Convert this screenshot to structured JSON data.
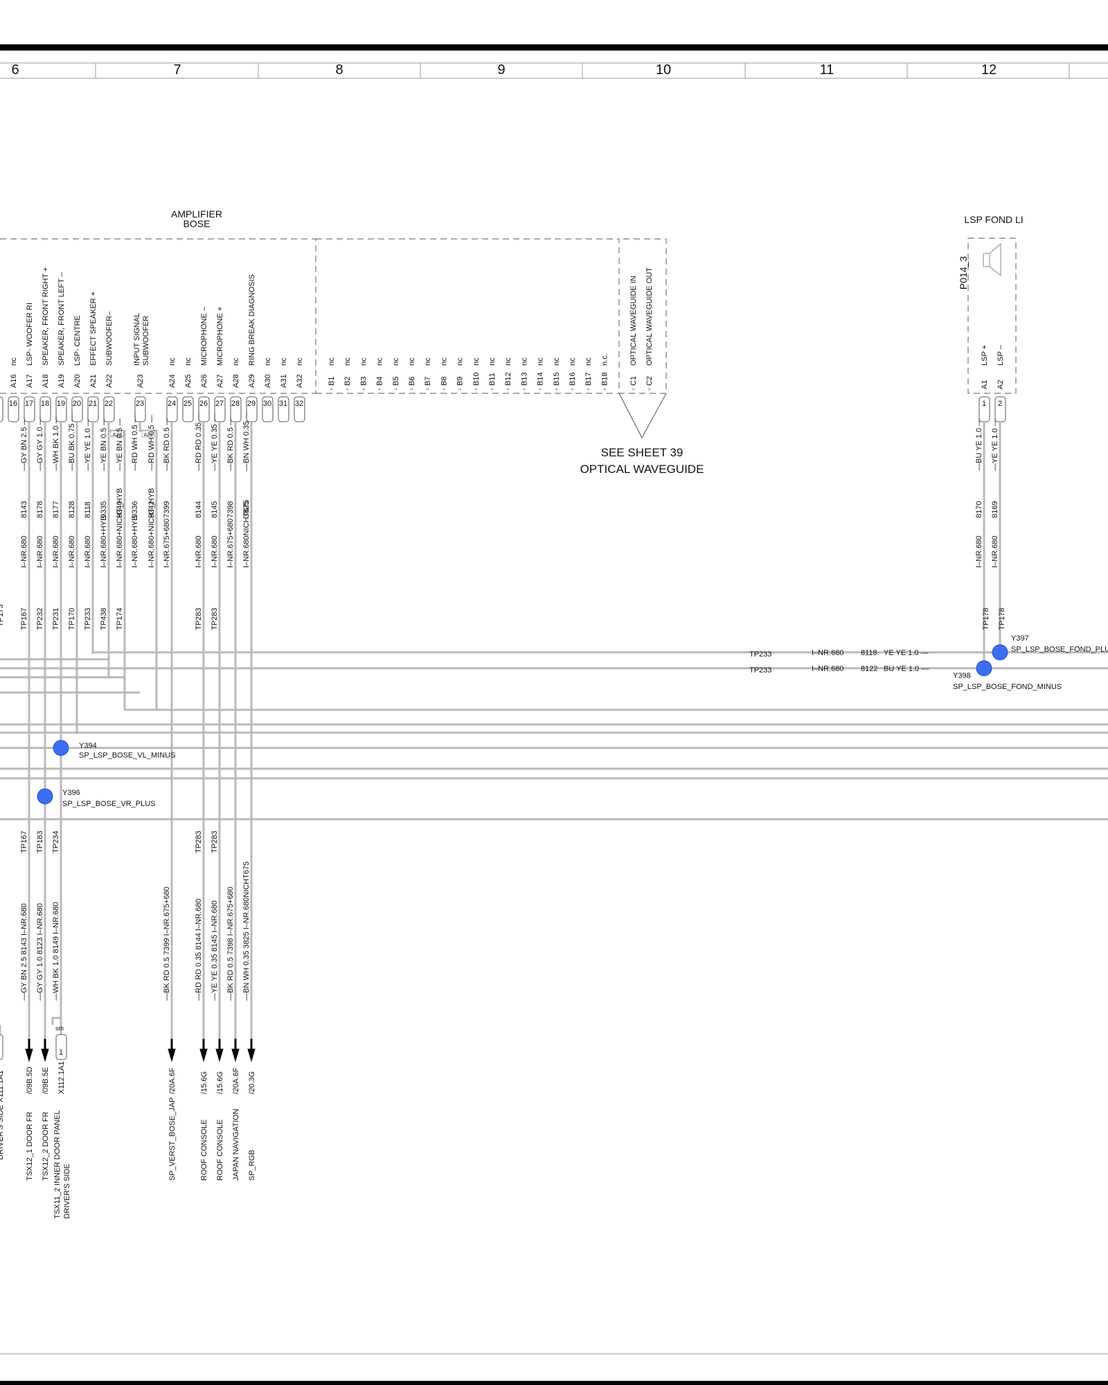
{
  "frame": {
    "column_numbers": [
      "6",
      "7",
      "8",
      "9",
      "10",
      "11",
      "12"
    ]
  },
  "amplifier": {
    "title_line1": "AMPLIFIER",
    "title_line2": "BOSE",
    "pin_functions": [
      {
        "pin": "A16",
        "func": "nc"
      },
      {
        "pin": "A17",
        "func": "LSP- WOOFER RI"
      },
      {
        "pin": "A18",
        "func": "SPEAKER, FRONT RIGHT +"
      },
      {
        "pin": "A19",
        "func": "SPEAKER, FRONT LEFT –"
      },
      {
        "pin": "A20",
        "func": "LSP- CENTRE"
      },
      {
        "pin": "A21",
        "func": "EFFECT SPEAKER +"
      },
      {
        "pin": "A22",
        "func": "SUBWOOFER–"
      },
      {
        "pin": "A23",
        "func": "INPUT SIGNAL SUBWOOFER"
      },
      {
        "pin": "A24",
        "func": "nc"
      },
      {
        "pin": "A25",
        "func": "nc"
      },
      {
        "pin": "A26",
        "func": "MICROPHONE –"
      },
      {
        "pin": "A27",
        "func": "MICROPHONE +"
      },
      {
        "pin": "A28",
        "func": "nc"
      },
      {
        "pin": "A29",
        "func": "RING BREAK DIAGNOSIS"
      },
      {
        "pin": "A30",
        "func": "nc"
      },
      {
        "pin": "A31",
        "func": "nc"
      },
      {
        "pin": "A32",
        "func": "nc"
      }
    ],
    "pin_numbers": [
      "16",
      "17",
      "18",
      "19",
      "20",
      "21",
      "22",
      "23",
      "24",
      "25",
      "26",
      "27",
      "28",
      "29",
      "30",
      "31",
      "32"
    ],
    "b_pins": [
      {
        "pin": "B1",
        "func": "nc"
      },
      {
        "pin": "B2",
        "func": "nc"
      },
      {
        "pin": "B3",
        "func": "nc"
      },
      {
        "pin": "B4",
        "func": "nc"
      },
      {
        "pin": "B5",
        "func": "nc"
      },
      {
        "pin": "B6",
        "func": "nc"
      },
      {
        "pin": "B7",
        "func": "nc"
      },
      {
        "pin": "B8",
        "func": "nc"
      },
      {
        "pin": "B9",
        "func": "nc"
      },
      {
        "pin": "B10",
        "func": "nc"
      },
      {
        "pin": "B11",
        "func": "nc"
      },
      {
        "pin": "B12",
        "func": "nc"
      },
      {
        "pin": "B13",
        "func": "nc"
      },
      {
        "pin": "B14",
        "func": "nc"
      },
      {
        "pin": "B15",
        "func": "nc"
      },
      {
        "pin": "B16",
        "func": "nc"
      },
      {
        "pin": "B17",
        "func": "nc"
      },
      {
        "pin": "B18",
        "func": "n.c."
      }
    ],
    "c_pins": [
      {
        "pin": "C1",
        "func": "OPTICAL WAVEGUIDE IN"
      },
      {
        "pin": "C2",
        "func": "OPTICAL WAVEGUIDE OUT"
      }
    ],
    "waveguide_note1": "SEE SHEET 39",
    "waveguide_note2": "OPTICAL WAVEGUIDE",
    "bridge_labels": [
      "A22",
      "A23"
    ]
  },
  "lsp_fond": {
    "title": "LSP FOND LI",
    "ref": "P014_3",
    "pins": [
      {
        "pin": "A1",
        "func": "LSP +"
      },
      {
        "pin": "A2",
        "func": "LSP –"
      }
    ],
    "pin_numbers": [
      "1",
      "2"
    ],
    "wires": [
      {
        "color": "BU YE 1.0",
        "num": "8170",
        "harness": "I–NR.680",
        "tp": "TP178"
      },
      {
        "color": "YE YE 1.0",
        "num": "8169",
        "harness": "I–NR.680",
        "tp": "TP178"
      }
    ]
  },
  "upper_wires": [
    {
      "color": "GY BN 2.5",
      "num": "8143",
      "harness": "I–NR.680",
      "tp": "TP167"
    },
    {
      "color": "GY GY 1.0",
      "num": "8178",
      "harness": "I–NR.680",
      "tp": "TP232"
    },
    {
      "color": "WH BK 1.0",
      "num": "8177",
      "harness": "I–NR.680",
      "tp": "TP231"
    },
    {
      "color": "BU BK 0.75",
      "num": "8128",
      "harness": "I–NR.680",
      "tp": "TP170"
    },
    {
      "color": "YE YE 1.0",
      "num": "8118",
      "harness": "I–NR.680",
      "tp": "TP233"
    },
    {
      "color": "YE BN 0.5",
      "num": "9335",
      "harness": "I–NR.680+HYB",
      "tp": "TP438"
    },
    {
      "color": "YE BN 0.5",
      "num": "9340",
      "harness": "I–NR.680+NICHT_HYB",
      "tp": "TP174"
    },
    {
      "color": "RD WH 0.5",
      "num": "9336",
      "harness": "I–NR.680+HYB",
      "tp": ""
    },
    {
      "color": "RD WH 0.5",
      "num": "9342",
      "harness": "I–NR.680+NICHT_HYB",
      "tp": ""
    },
    {
      "color": "BK RD 0.5",
      "num": "7399",
      "harness": "I–NR.675+680",
      "tp": ""
    },
    {
      "color": "RD RD 0.35",
      "num": "8144",
      "harness": "I–NR.680",
      "tp": "TP283"
    },
    {
      "color": "YE YE 0.35",
      "num": "8145",
      "harness": "I–NR.680",
      "tp": "TP283"
    },
    {
      "color": "BK RD 0.5",
      "num": "7398",
      "harness": "I–NR.675+680",
      "tp": ""
    },
    {
      "color": "BN WH 0.35",
      "num": "3825",
      "harness": "I–NR.680NICHT675",
      "tp": ""
    }
  ],
  "left_partial_tp": "TP173",
  "horizontal_labels": [
    {
      "tp": "TP233",
      "harness": "I–NR.680",
      "num": "8118",
      "color": "YE YE 1.0 —"
    },
    {
      "tp": "TP233",
      "harness": "I–NR.680",
      "num": "8122",
      "color": "BU YE 1.0 —"
    }
  ],
  "splices": [
    {
      "id": "Y397",
      "name": "SP_LSP_BOSE_FOND_PLUS"
    },
    {
      "id": "Y398",
      "name": "SP_LSP_BOSE_FOND_MINUS"
    },
    {
      "id": "Y394",
      "name": "SP_LSP_BOSE_VL_MINUS"
    },
    {
      "id": "Y396",
      "name": "SP_LSP_BOSE_VR_PLUS"
    }
  ],
  "lower_wires": [
    {
      "tp": "TP167",
      "label": "GY BN 2.5 8143 I–NR.680"
    },
    {
      "tp": "TP183",
      "label": "GY GY 1.0 8123 I–NR.680"
    },
    {
      "tp": "TP234",
      "label": "WH BK 1.0 8149 I–NR.680"
    },
    {
      "tp": "",
      "label": "BK RD 0.5 7399 I–NR.675+680"
    },
    {
      "tp": "TP283",
      "label": "RD RD 0.35 8144 I–NR.680"
    },
    {
      "tp": "TP283",
      "label": "YE YE 0.35 8145 I–NR.680"
    },
    {
      "tp": "",
      "label": "BK RD 0.5 7398 I–NR.675+680"
    },
    {
      "tp": "",
      "label": "BN WH 0.35 3825 I–NR.680NICHT675"
    }
  ],
  "lower_shield_label": "sm",
  "lower_connector_pin": "1",
  "destinations": [
    {
      "ref": "/09B.5D",
      "name": "TSX12_1 DOOR FR"
    },
    {
      "ref": "/09B.5E",
      "name": "TSX12_2 DOOR FR"
    },
    {
      "ref": "X112.1A1",
      "name": "TSX11_2 INNER DOOR PANEL DRIVER'S SIDE"
    },
    {
      "ref": "/20A.6F",
      "name": "SP_VERST_BOSE_JAP"
    },
    {
      "ref": "/15.6G",
      "name": "ROOF CONSOLE"
    },
    {
      "ref": "/15.6G",
      "name": "ROOF CONSOLE"
    },
    {
      "ref": "/20A.6F",
      "name": "JAPAN NAVIGATION"
    },
    {
      "ref": "/20.3G",
      "name": "SP_RGB"
    }
  ],
  "left_partial_dest": "DRIVER'S SIDE  X111.1A1"
}
